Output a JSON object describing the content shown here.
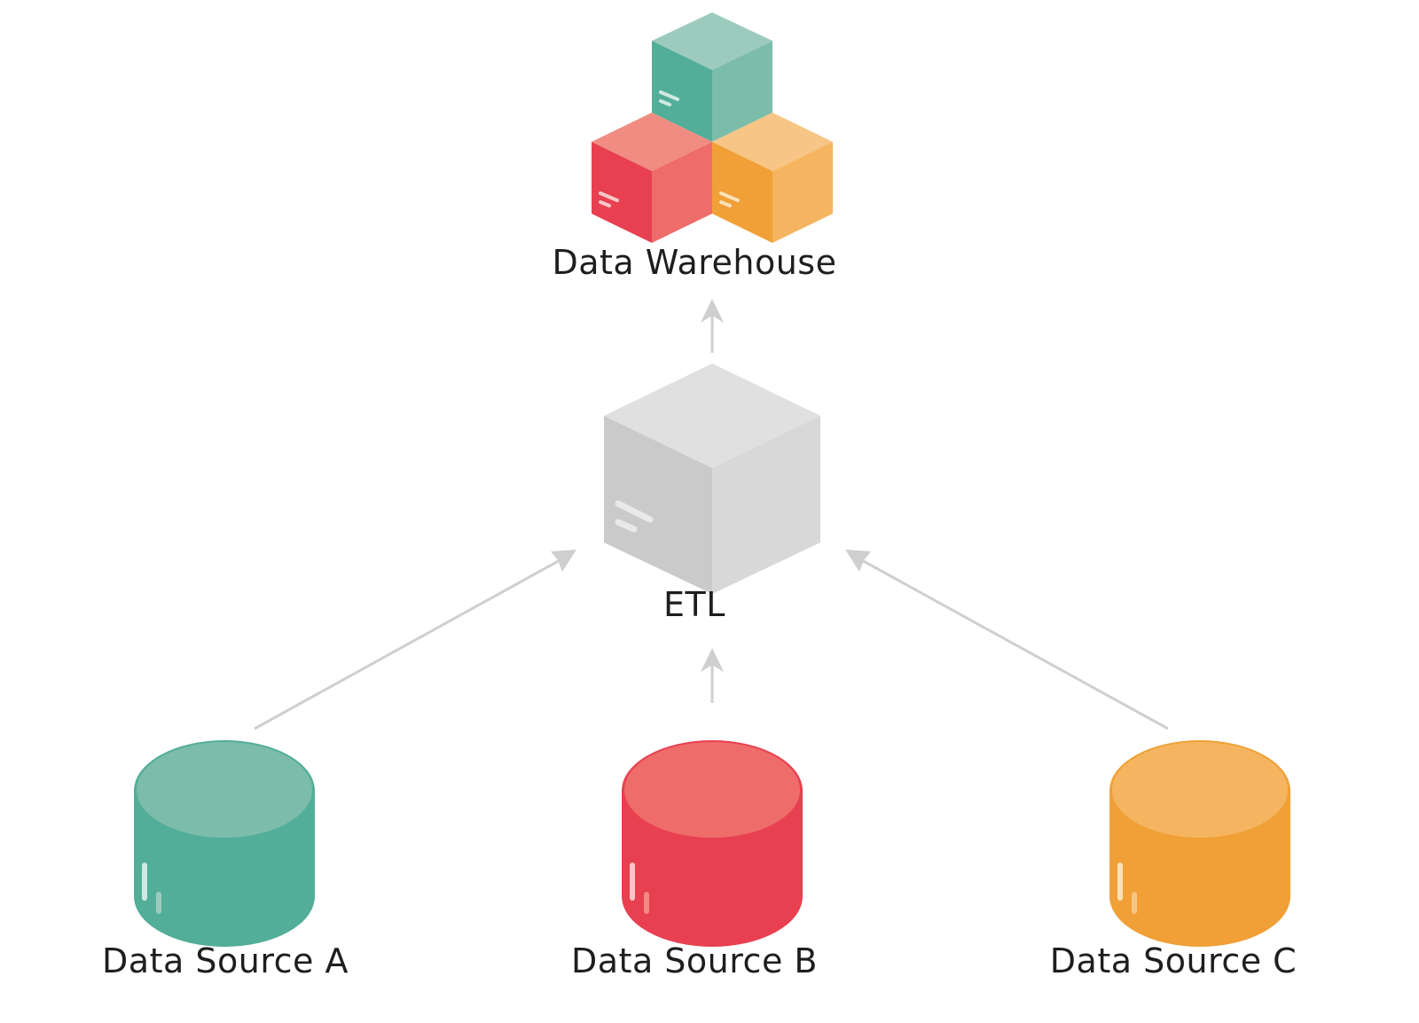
{
  "nodes": {
    "warehouse": {
      "label": "Data Warehouse",
      "icon": "stacked-cubes-icon",
      "colors": {
        "teal": "#52ae98",
        "red": "#e84050",
        "orange": "#f0a036"
      }
    },
    "etl": {
      "label": "ETL",
      "icon": "cube-icon",
      "color": "#cacaca"
    },
    "sources": [
      {
        "label": "Data Source A",
        "icon": "database-cylinder-icon",
        "color": "#52ae98"
      },
      {
        "label": "Data Source B",
        "icon": "database-cylinder-icon",
        "color": "#e84050"
      },
      {
        "label": "Data Source C",
        "icon": "database-cylinder-icon",
        "color": "#f0a036"
      }
    ]
  },
  "edges": [
    {
      "from": "Data Source A",
      "to": "ETL"
    },
    {
      "from": "Data Source B",
      "to": "ETL"
    },
    {
      "from": "Data Source C",
      "to": "ETL"
    },
    {
      "from": "ETL",
      "to": "Data Warehouse"
    }
  ],
  "arrow_color": "#cfcfcf"
}
